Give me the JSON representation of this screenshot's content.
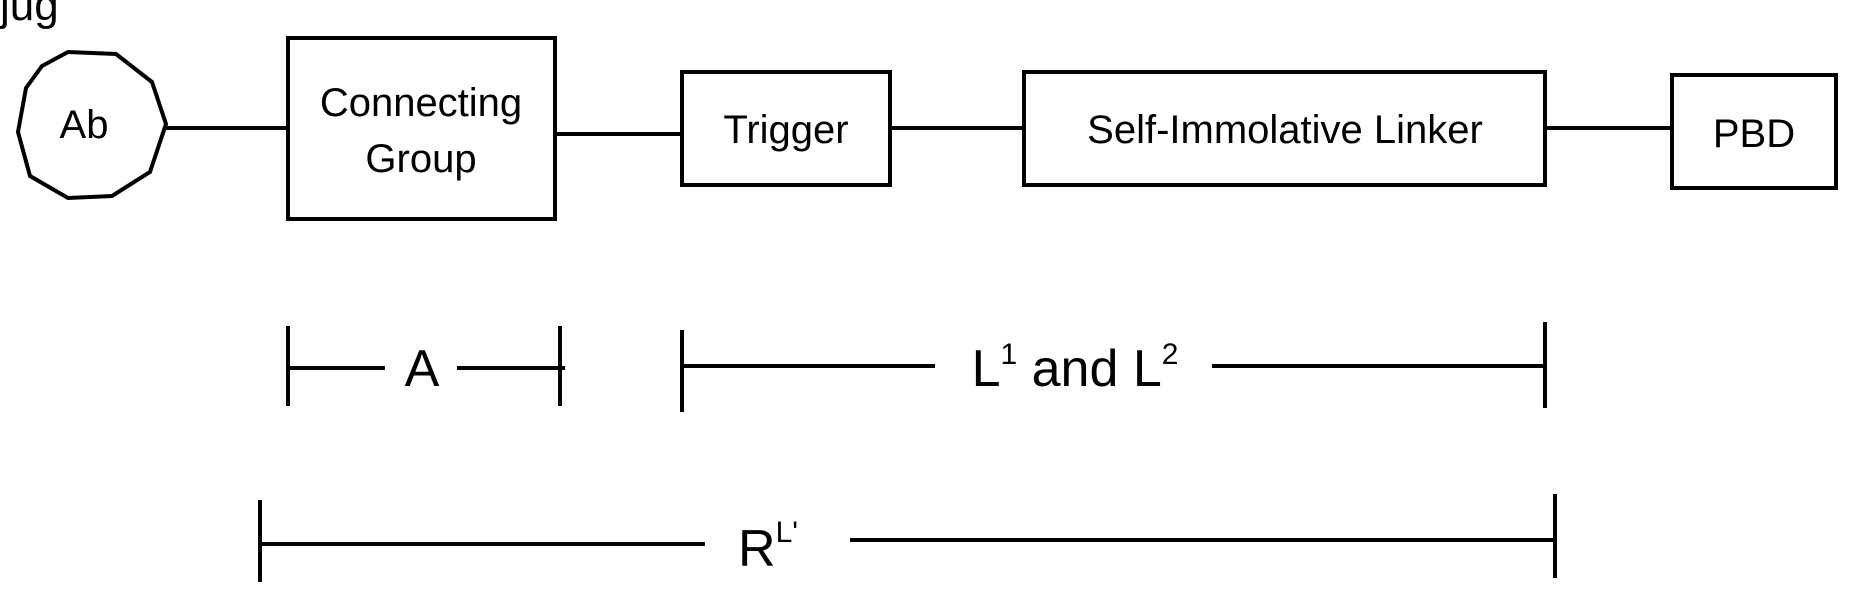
{
  "header": {
    "partial_text": "jug"
  },
  "nodes": {
    "ab": {
      "label": "Ab"
    },
    "connecting_group": {
      "line1": "Connecting",
      "line2": "Group"
    },
    "trigger": {
      "label": "Trigger"
    },
    "self_immolative_linker": {
      "label": "Self-Immolative Linker"
    },
    "pbd": {
      "label": "PBD"
    }
  },
  "spans": {
    "a": {
      "label": "A"
    },
    "l1_l2": {
      "l": "L",
      "sup1": "1",
      "and": " and ",
      "l2": "L",
      "sup2": "2"
    },
    "rl": {
      "r": "R",
      "sup": "L'"
    }
  },
  "colors": {
    "stroke": "#000000",
    "fill": "#ffffff"
  }
}
